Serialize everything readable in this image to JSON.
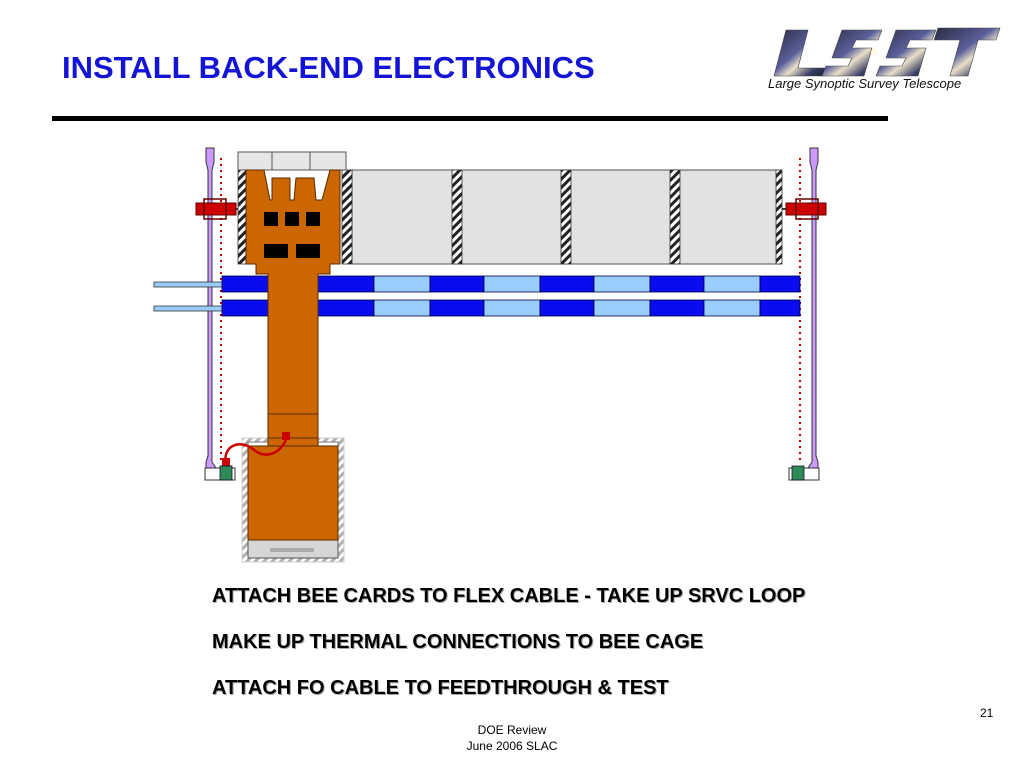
{
  "slide": {
    "title": "INSTALL BACK-END ELECTRONICS",
    "logo_text": "LSST",
    "logo_subtitle": "Large Synoptic Survey Telescope",
    "bullets": [
      "ATTACH BEE CARDS TO FLEX CABLE  -  TAKE UP SRVC LOOP",
      "MAKE UP THERMAL CONNECTIONS TO BEE CAGE",
      "ATTACH FO CABLE TO FEEDTHROUGH & TEST"
    ],
    "page_number": "21",
    "footer": {
      "line1": "DOE  Review",
      "line2": "June 2006 SLAC"
    }
  },
  "colors": {
    "title": "#1414d6",
    "flex_cable": "#cc6600",
    "rail_dark": "#0b0bf0",
    "rail_light": "#99ccff",
    "post": "#cc99ff",
    "red": "#cc0000",
    "connector_green": "#2e8b57"
  }
}
